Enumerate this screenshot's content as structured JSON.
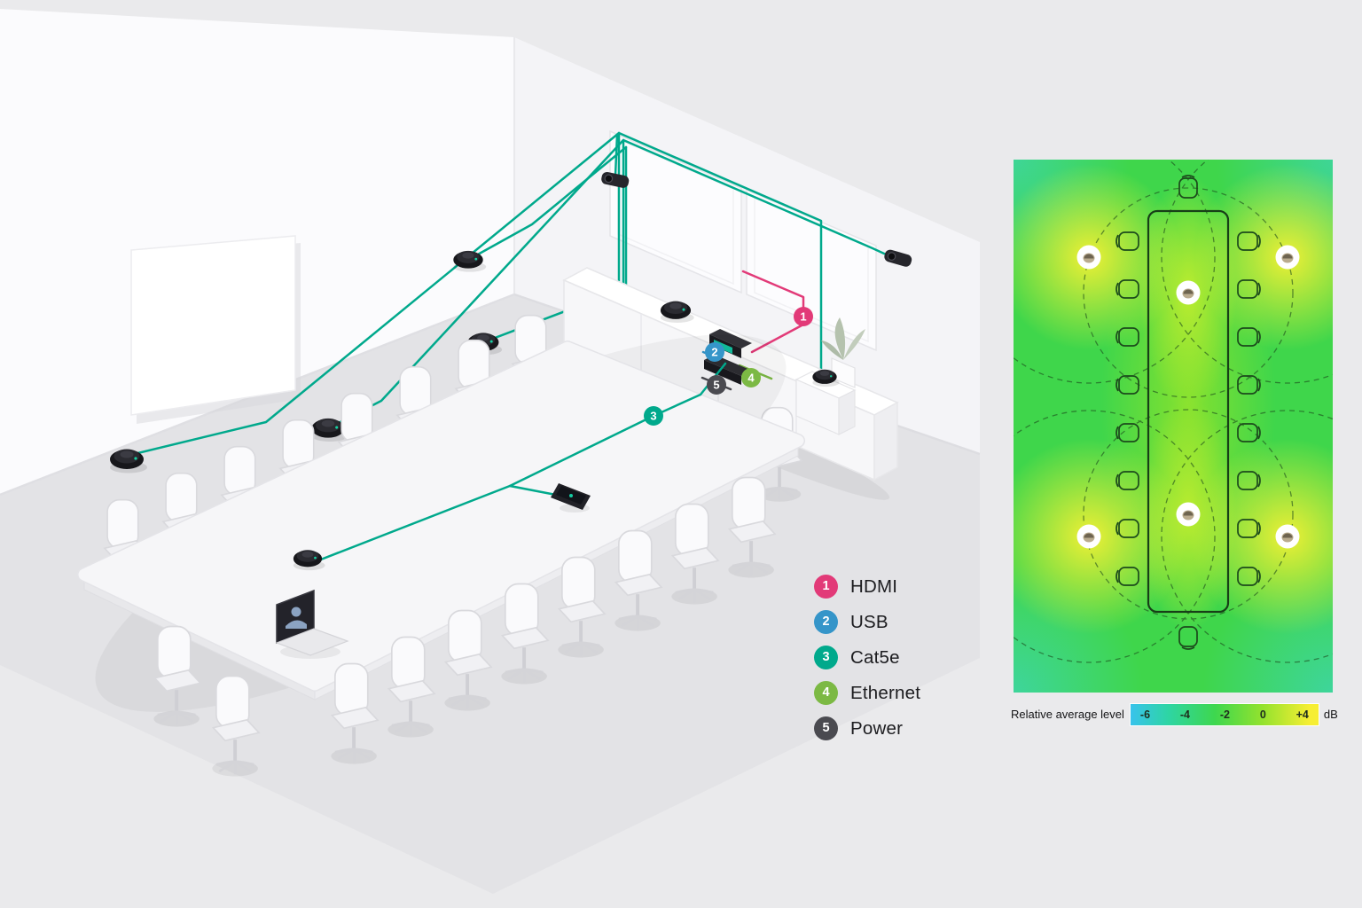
{
  "scene": {
    "name": "conference-room-av-cabling-diagram"
  },
  "legend": {
    "items": [
      {
        "num": "1",
        "label": "HDMI",
        "color": "#e23a78"
      },
      {
        "num": "2",
        "label": "USB",
        "color": "#3595c9"
      },
      {
        "num": "3",
        "label": "Cat5e",
        "color": "#00a98c"
      },
      {
        "num": "4",
        "label": "Ethernet",
        "color": "#7cb944"
      },
      {
        "num": "5",
        "label": "Power",
        "color": "#4a4a50"
      }
    ]
  },
  "heatmap": {
    "scale_label": "Relative average level",
    "unit": "dB",
    "ticks": [
      "-6",
      "-4",
      "-2",
      "0",
      "+4"
    ],
    "scale_colors": [
      "#38c3ec",
      "#2ed5a4",
      "#3ed74e",
      "#93e22e",
      "#f6ee33"
    ]
  },
  "colors": {
    "cable": "#00a98c",
    "hdmi": "#e23a78",
    "usb": "#3595c9",
    "ethernet": "#7cb944",
    "power": "#4a4a50"
  }
}
